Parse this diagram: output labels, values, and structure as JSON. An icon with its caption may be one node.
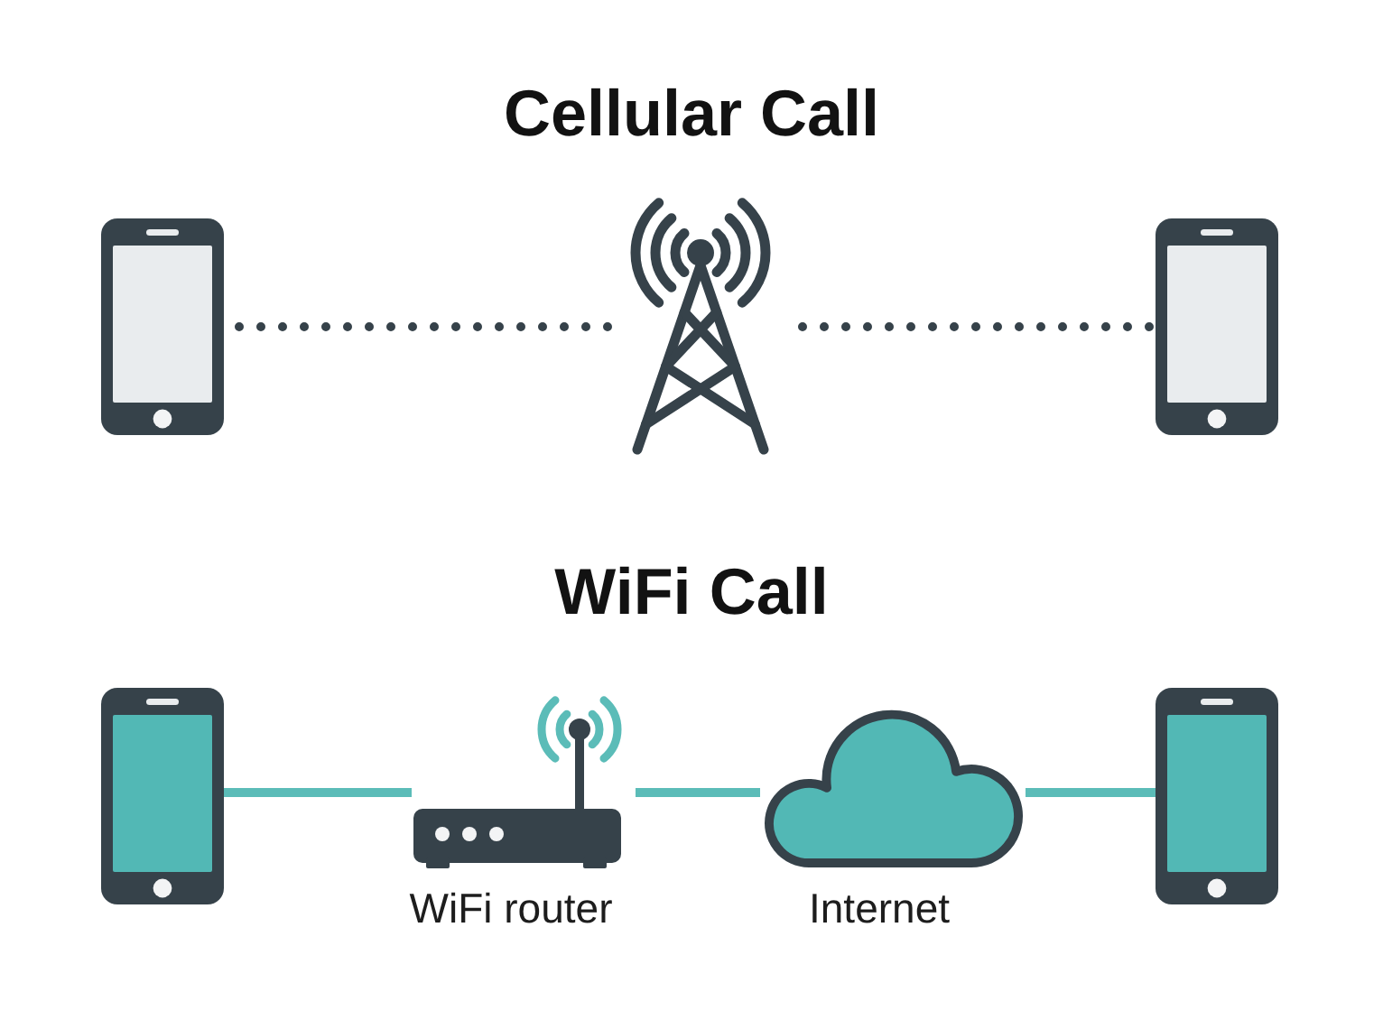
{
  "diagram": {
    "nodes": [
      {
        "text": [],
        "shape": "phone"
      },
      {
        "text": [],
        "shape": "tower"
      },
      {
        "text": [],
        "shape": "phone"
      },
      {
        "text": [],
        "shape": "phone"
      },
      {
        "text": [],
        "shape": "router",
        "beside": [
          "WiFi router"
        ]
      },
      {
        "text": [],
        "shape": "cloud",
        "beside": [
          "Internet"
        ]
      },
      {
        "text": [],
        "shape": "phone"
      }
    ],
    "edges": [
      {
        "from": 0,
        "to": 1,
        "arrow": "none",
        "style": "dashed",
        "color": "#36424a"
      },
      {
        "from": 1,
        "to": 2,
        "arrow": "none",
        "style": "dashed",
        "color": "#36424a"
      },
      {
        "from": 3,
        "to": 4,
        "arrow": "none"
      },
      {
        "from": 4,
        "to": 5,
        "arrow": "none"
      },
      {
        "from": 5,
        "to": 6,
        "arrow": "none"
      }
    ],
    "labels": [
      "Cellular Call",
      "WiFi Call"
    ]
  }
}
